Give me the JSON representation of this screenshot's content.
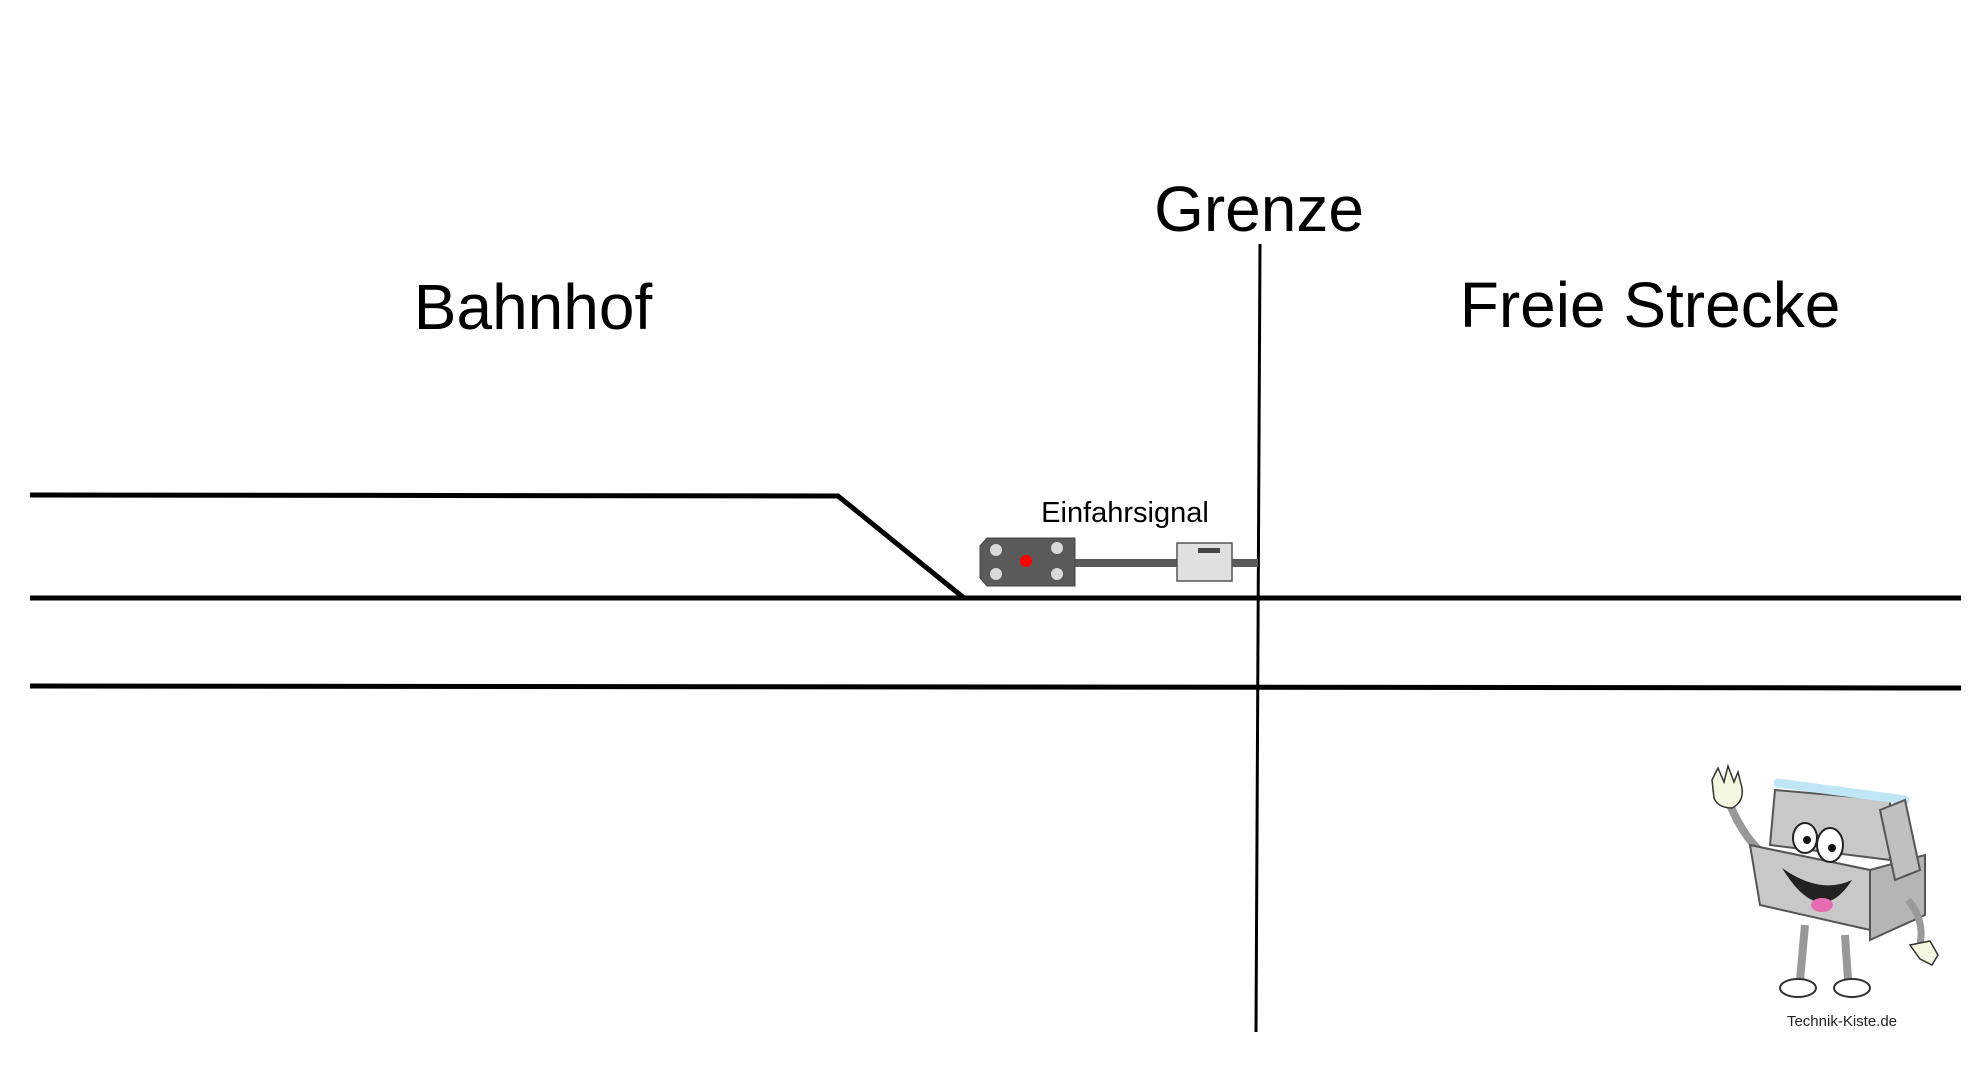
{
  "labels": {
    "station": "Bahnhof",
    "boundary": "Grenze",
    "open_line": "Freie Strecke",
    "signal": "Einfahrsignal"
  },
  "logo": {
    "text": "Technik-Kiste.de"
  },
  "colors": {
    "track": "#000000",
    "signal_body": "#5a5a5a",
    "signal_lamp_off": "#d9d9d9",
    "signal_lamp_on": "#ff0000",
    "signal_box": "#e0e0e0"
  }
}
